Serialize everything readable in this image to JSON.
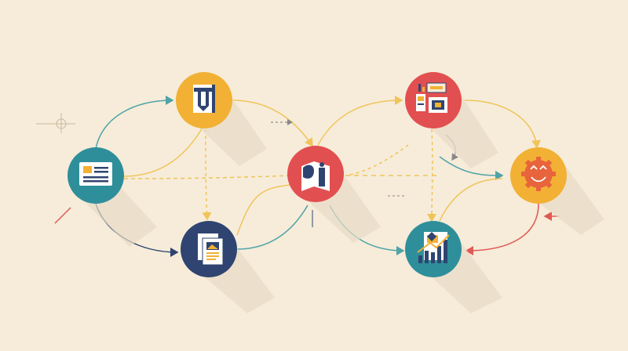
{
  "diagram": {
    "nodes": [
      {
        "id": "spec-doc",
        "icon": "document-card-icon",
        "color": "#2e8f9a"
      },
      {
        "id": "tools",
        "icon": "caliper-tool-icon",
        "color": "#f2b134"
      },
      {
        "id": "report",
        "icon": "report-pages-icon",
        "color": "#2f4470"
      },
      {
        "id": "knowledge",
        "icon": "open-book-icon",
        "color": "#e24f50"
      },
      {
        "id": "dashboard",
        "icon": "dashboard-charts-icon",
        "color": "#e24f50"
      },
      {
        "id": "growth",
        "icon": "growth-chart-icon",
        "color": "#2e8f9a"
      },
      {
        "id": "happy-result",
        "icon": "smiley-gear-icon",
        "color": "#f2b134"
      }
    ],
    "colors": {
      "background": "#f6ecd9",
      "teal": "#2e8f9a",
      "yellow": "#f2b134",
      "navy": "#2f4470",
      "red": "#e24f50",
      "connector_yellow": "#f0c45a",
      "connector_teal": "#4fa3a8",
      "connector_red": "#e05a55",
      "connector_navy": "#2f4470"
    }
  }
}
